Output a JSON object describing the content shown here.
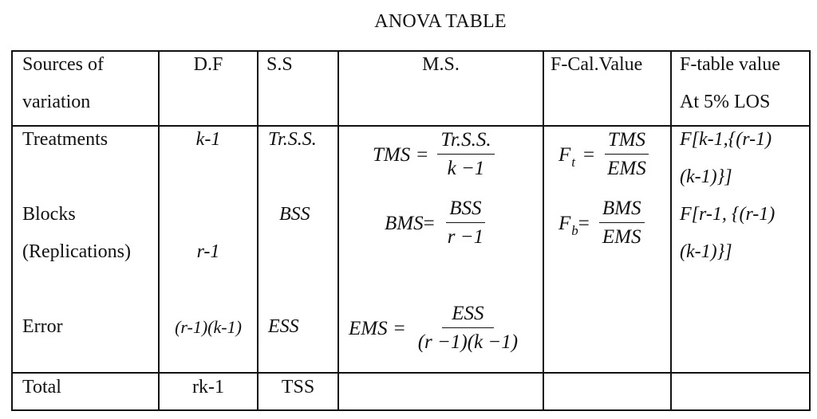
{
  "title": "ANOVA TABLE",
  "headers": {
    "source_line1": "Sources of",
    "source_line2": "variation",
    "df": "D.F",
    "ss": "S.S",
    "ms": "M.S.",
    "fcal": "F-Cal.Value",
    "ftable_line1": "F-table value",
    "ftable_line2": "At 5% LOS"
  },
  "rows": {
    "treatments": {
      "source": "Treatments",
      "df": "k-1",
      "ss": "Tr.S.S.",
      "ms": {
        "lhs": "TMS",
        "eq": "=",
        "num": "Tr.S.S.",
        "den": "k −1"
      },
      "fcal": {
        "lhs": "F",
        "sub": "t",
        "eq": "=",
        "num": "TMS",
        "den": "EMS"
      },
      "ftable_line1": "F[k-1,{(r-1)",
      "ftable_line2": "(k-1)}]"
    },
    "blocks": {
      "source_line1": "Blocks",
      "source_line2": "(Replications)",
      "df": "r-1",
      "ss": "BSS",
      "ms": {
        "lhs": "BMS",
        "eq": "=",
        "num": "BSS",
        "den": "r −1"
      },
      "fcal": {
        "lhs": "F",
        "sub": "b",
        "eq": "=",
        "num": "BMS",
        "den": "EMS"
      },
      "ftable_line1": "F[r-1, {(r-1)",
      "ftable_line2": "(k-1)}]"
    },
    "error": {
      "source": "Error",
      "df": "(r-1)(k-1)",
      "ss": "ESS",
      "ms": {
        "lhs": "EMS",
        "eq": "=",
        "num": "ESS",
        "den": "(r −1)(k −1)"
      }
    },
    "total": {
      "source": "Total",
      "df": "rk-1",
      "ss": "TSS"
    }
  }
}
